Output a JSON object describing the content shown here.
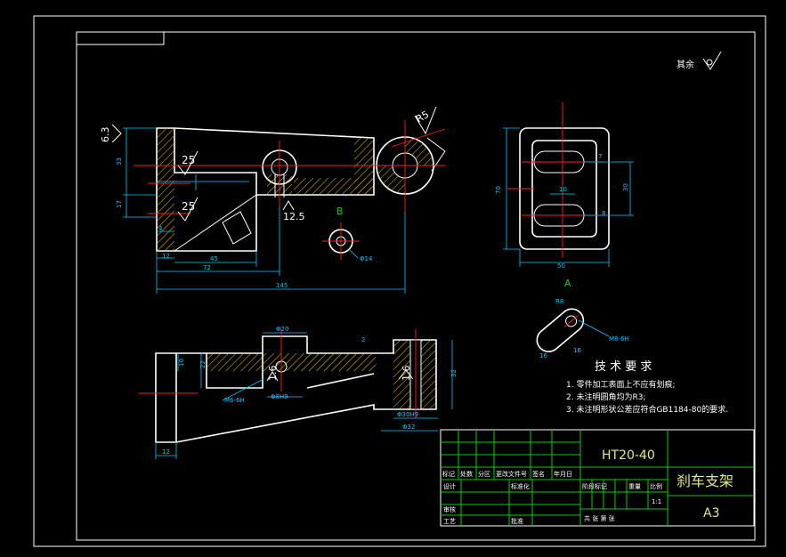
{
  "colors": {
    "background": "#000000",
    "outline": "#ffffff",
    "dimension": "#00c8ff",
    "centerline": "#ff2020",
    "hatch": "#ffcc00",
    "titleblock": "#00d000",
    "titletext": "#e8e87a"
  },
  "drawing": {
    "roughness_general": "其余",
    "roughness_marks": [
      "6.3",
      "25",
      "25",
      "12.5",
      "1.6",
      "1.6",
      "R5"
    ],
    "view_label_a": "A",
    "view_label_b": "B",
    "dims_front": [
      "33",
      "17",
      "4",
      "12",
      "45",
      "72",
      "145",
      "Φ14"
    ],
    "dims_top": [
      "Φ20",
      "2",
      "10",
      "22",
      "M6-6H",
      "Φ8H9",
      "Φ30H9",
      "Φ32",
      "12",
      "32"
    ],
    "dims_side": [
      "70",
      "50",
      "30",
      "8",
      "7",
      "10"
    ],
    "dims_detail": [
      "R8",
      "M8-6H",
      "16",
      "16"
    ]
  },
  "notes": {
    "title": "技 术 要 求",
    "items": [
      "1. 零件加工表面上不应有划痕;",
      "2. 未注明圆角均为R3;",
      "3. 未注明形状公差应符合GB1184-80的要求."
    ]
  },
  "titleblock": {
    "material": "HT20-40",
    "part_name": "刹车支架",
    "sheet_size": "A3",
    "rev_headers": [
      "标记",
      "处数",
      "分区",
      "更改文件号",
      "签名",
      "年月日"
    ],
    "roles": [
      "设计",
      "标准化",
      "审核",
      "工艺",
      "批准"
    ],
    "mid_labels": [
      "阶段标记",
      "重量",
      "比例"
    ],
    "scale": "1:1",
    "sheet": "共   张   第   张"
  }
}
